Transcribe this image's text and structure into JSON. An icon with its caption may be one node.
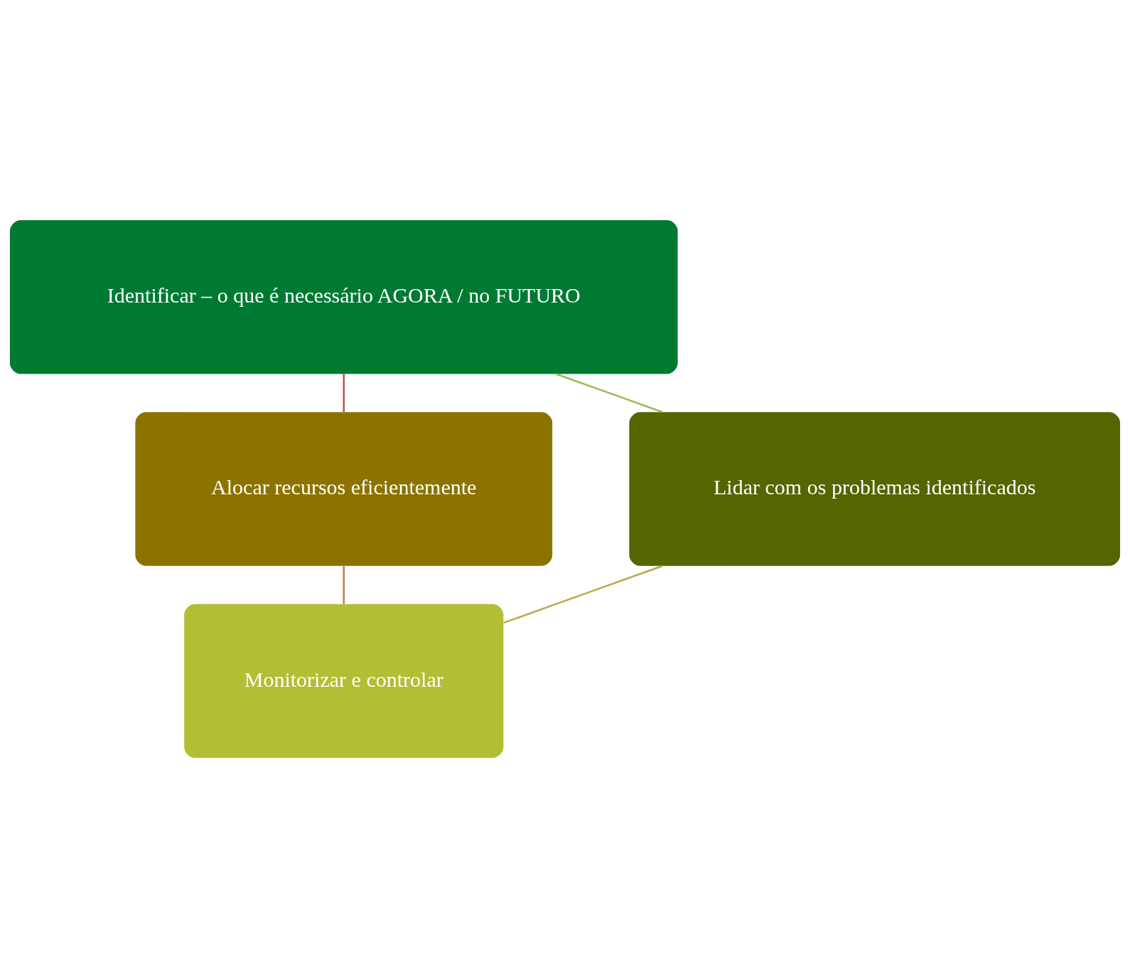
{
  "diagram": {
    "nodes": [
      {
        "text": [
          "Identificar – o que é necessário AGORA / no FUTURO"
        ]
      },
      {
        "text": [
          "Lidar com os problemas identificados"
        ]
      },
      {
        "text": [
          "Alocar recursos eficientemente"
        ]
      },
      {
        "text": [
          "Monitorizar e controlar"
        ]
      }
    ],
    "edges": [
      {
        "from": 0,
        "to": 2,
        "arrow": "none",
        "color": "#c0504d"
      },
      {
        "from": 2,
        "to": 3,
        "arrow": "none",
        "color": "#c0804d"
      },
      {
        "from": 3,
        "to": 1,
        "arrow": "none",
        "color": "#b8a84a"
      },
      {
        "from": 1,
        "to": 0,
        "arrow": "none",
        "color": "#9bbb59"
      }
    ]
  }
}
